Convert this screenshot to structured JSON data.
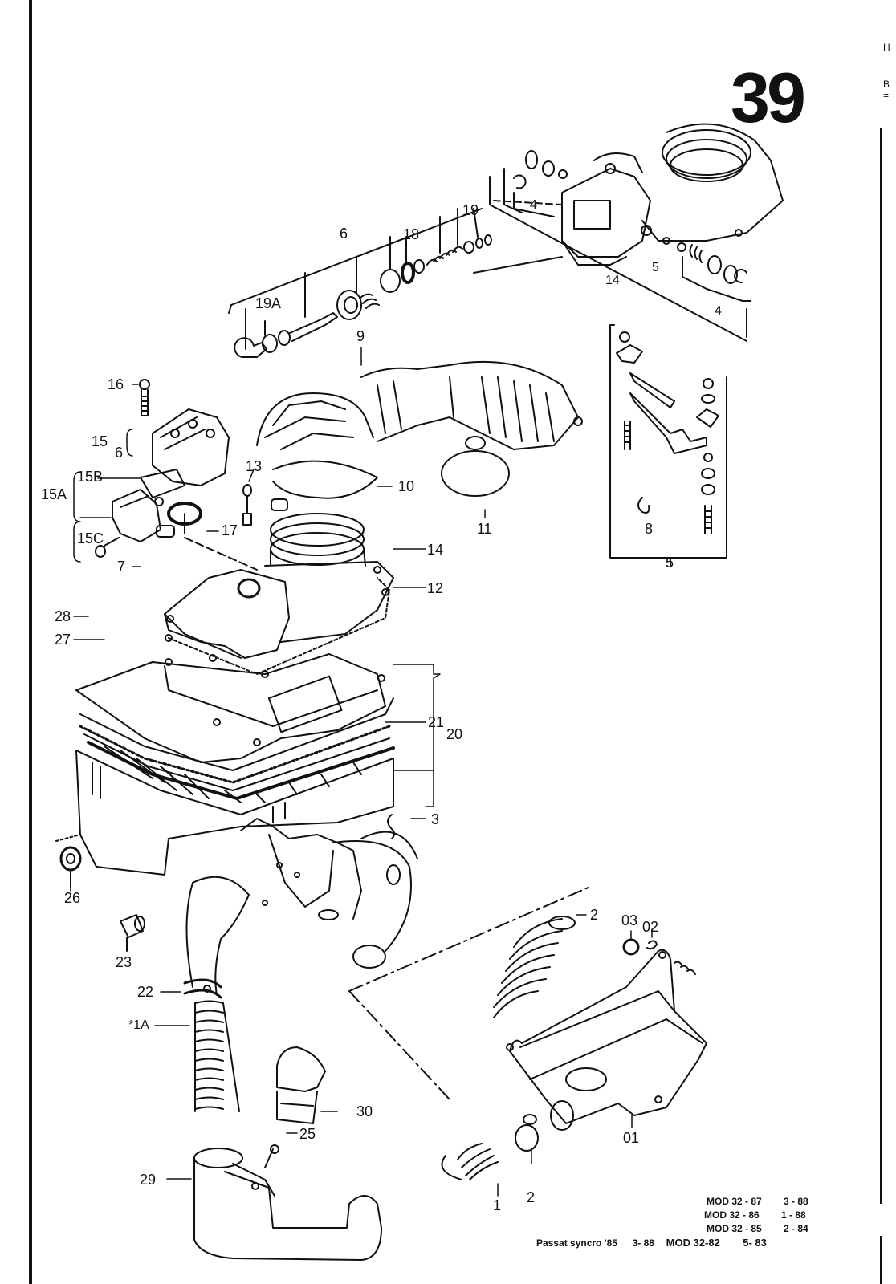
{
  "page": {
    "page_number": "39",
    "edge_marks": [
      "H",
      "B",
      "="
    ]
  },
  "callouts": {
    "c6_top": "6",
    "c18": "18",
    "c19": "19",
    "c19A": "19A",
    "c4_upper": "4",
    "c4_lower": "4",
    "c14_top": "14",
    "c5_top": "5",
    "c9": "9",
    "c16": "16",
    "c15": "15",
    "c6_left": "6",
    "c15A": "15A",
    "c15B": "15B",
    "c15C": "15C",
    "c13": "13",
    "c17": "17",
    "c10": "10",
    "c11": "11",
    "c7": "7",
    "c14_mid": "14",
    "c12": "12",
    "c28": "28",
    "c27": "27",
    "c21": "21",
    "c20": "20",
    "c3": "3",
    "c8": "8",
    "c5_kit": "5",
    "c26": "26",
    "c23": "23",
    "c22": "22",
    "c1A": "*1A",
    "c30": "30",
    "c25": "25",
    "c29": "29",
    "c2_upper": "2",
    "c03": "03",
    "c02": "02",
    "c01": "01",
    "c1": "1",
    "c2_lower": "2"
  },
  "footer": {
    "rows": [
      {
        "model": "MOD 32 - 87",
        "date": "3 - 88"
      },
      {
        "model": "MOD 32 - 86",
        "date": "1 - 88"
      },
      {
        "model": "MOD 32 - 85",
        "date": "2 - 84"
      },
      {
        "model": "MOD 32-82",
        "date": "5- 83"
      }
    ],
    "vehicle": "Passat syncro '85",
    "vehicle_date": "3- 88"
  }
}
